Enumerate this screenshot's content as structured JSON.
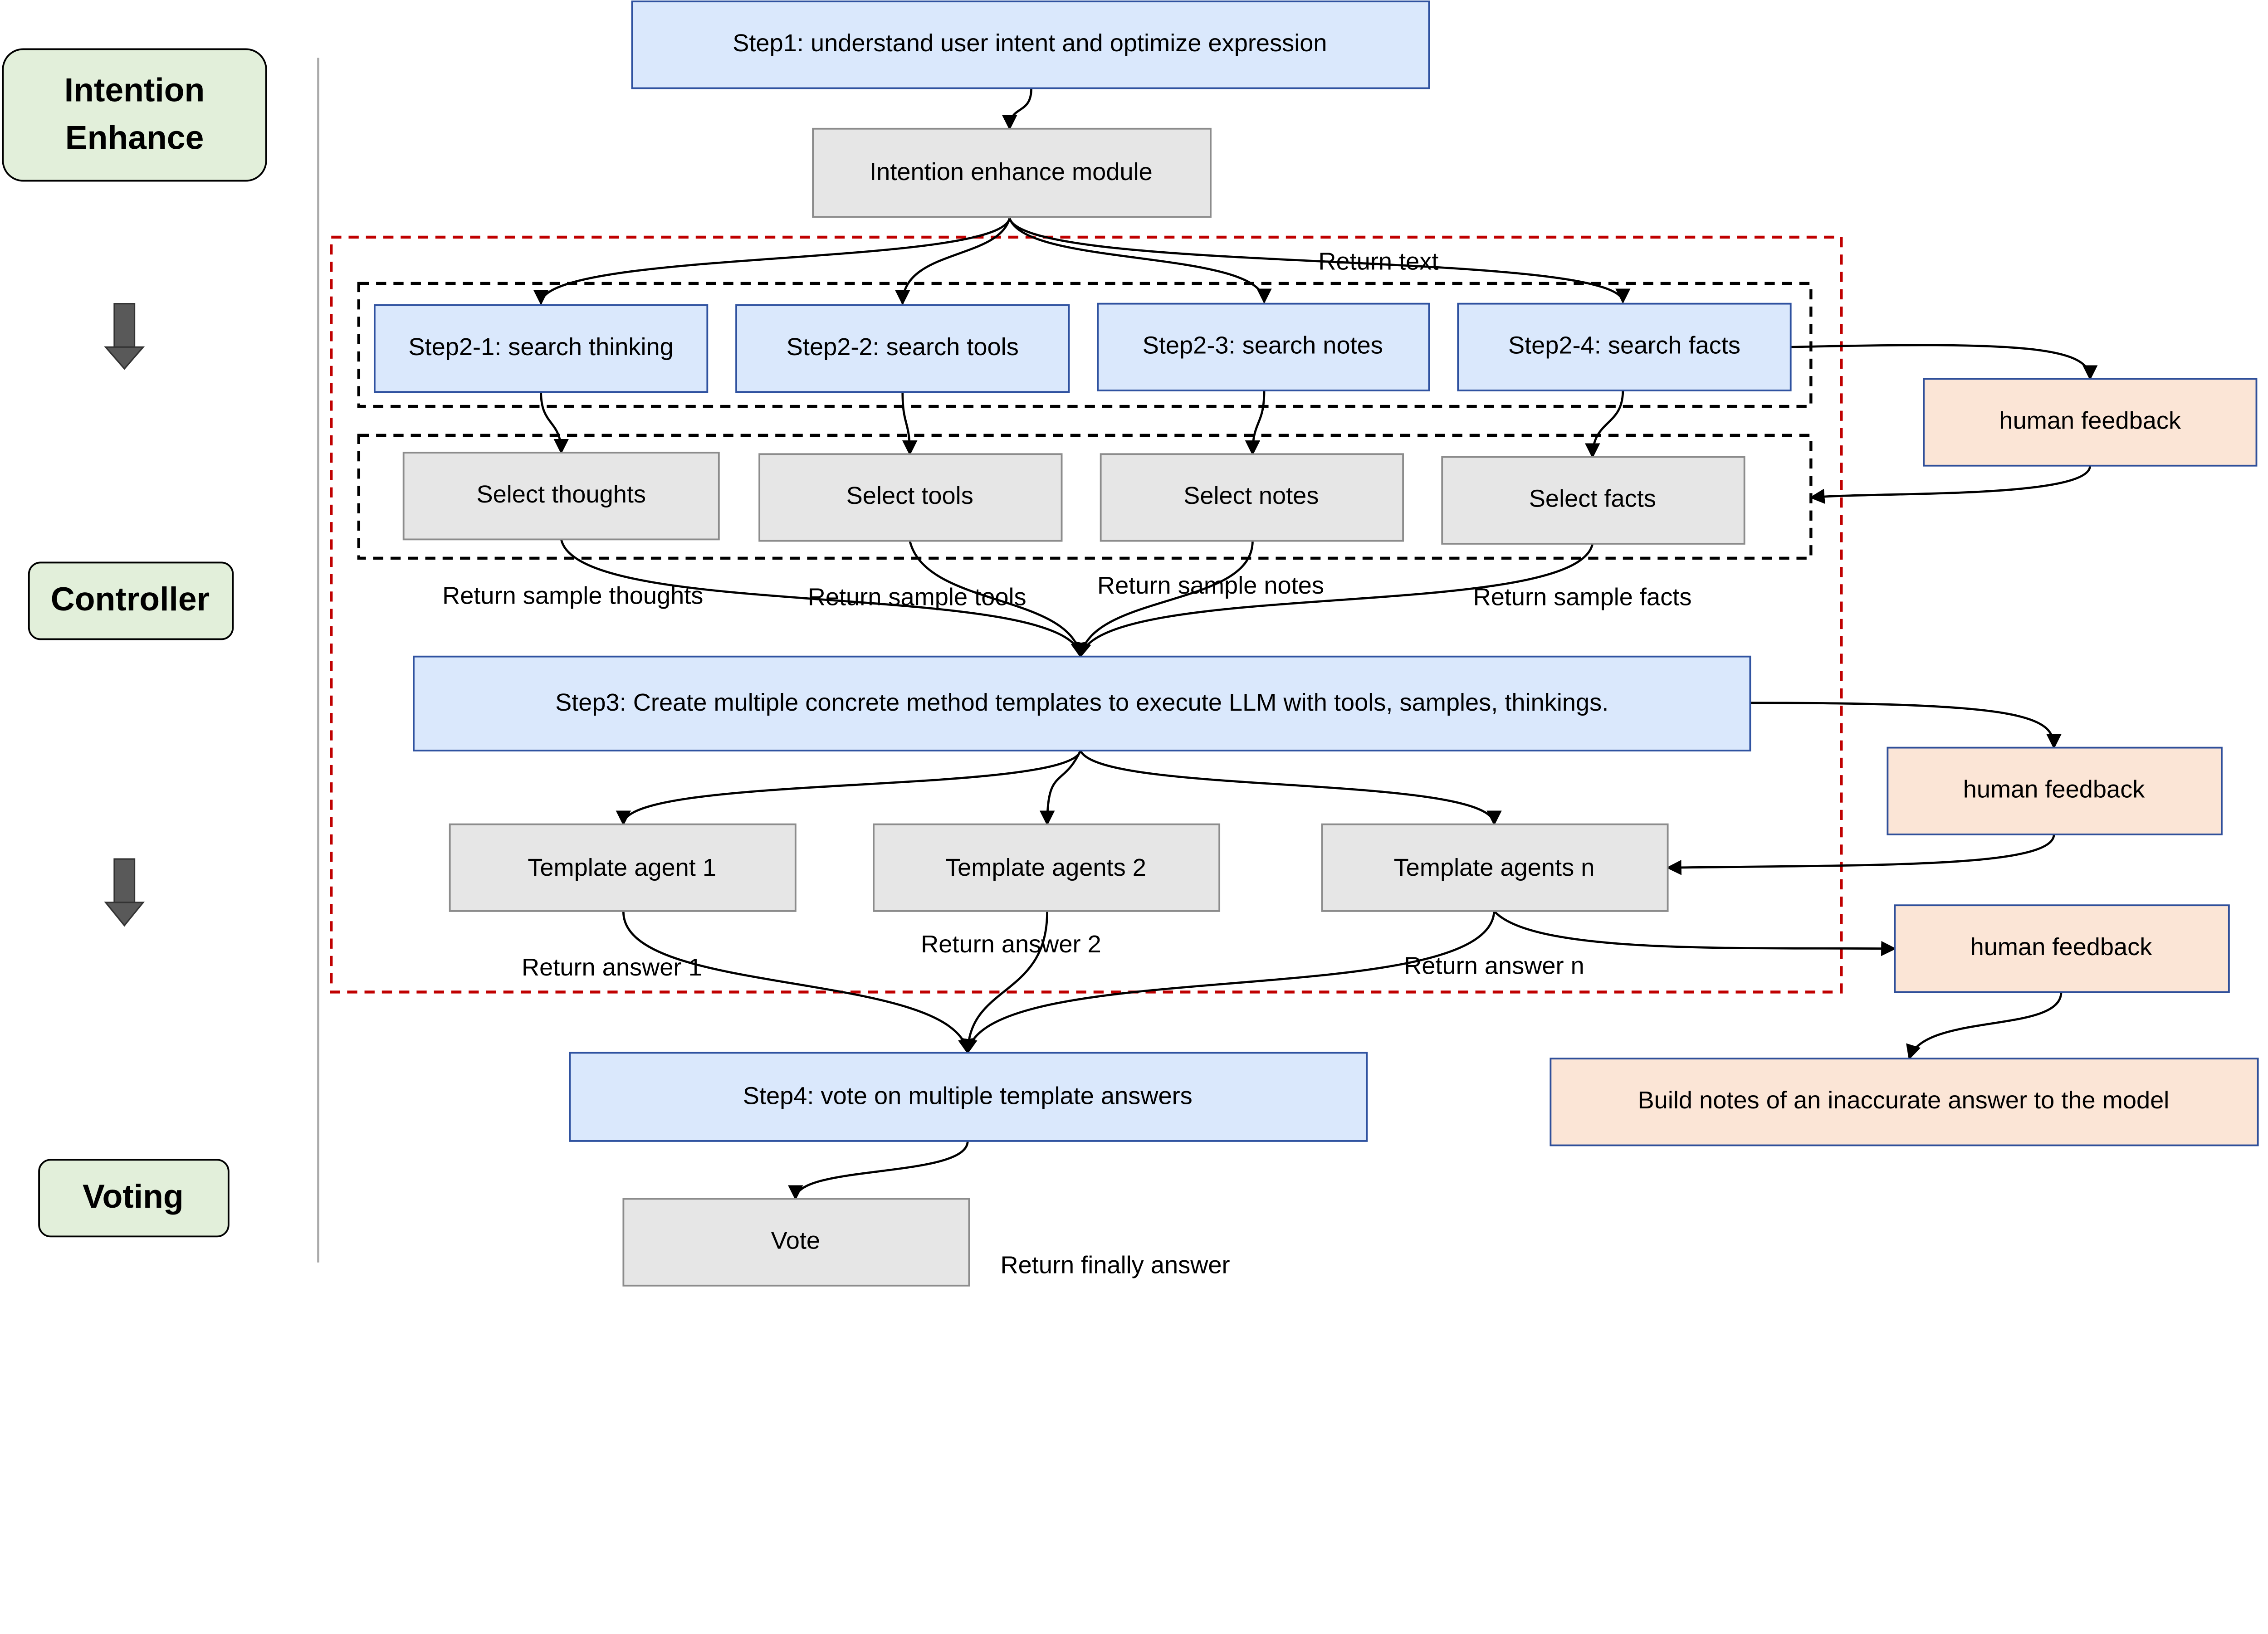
{
  "sidebar": {
    "stages": [
      {
        "label_line1": "Intention",
        "label_line2": "Enhance"
      },
      {
        "label": "Controller"
      },
      {
        "label": "Voting"
      }
    ]
  },
  "nodes": {
    "step1": "Step1: understand user intent and optimize expression",
    "intention_module": "Intention enhance module",
    "step2_1": "Step2-1: search thinking",
    "step2_2": "Step2-2: search tools",
    "step2_3": "Step2-3: search notes",
    "step2_4": "Step2-4: search facts",
    "select_thoughts": "Select thoughts",
    "select_tools": "Select tools",
    "select_notes": "Select notes",
    "select_facts": "Select facts",
    "step3": "Step3: Create multiple concrete method templates to execute LLM with tools, samples, thinkings.",
    "template_1": "Template agent 1",
    "template_2": "Template agents 2",
    "template_n": "Template agents n",
    "step4": "Step4: vote on multiple template answers",
    "vote": "Vote",
    "human_feedback": "human feedback",
    "build_notes": "Build notes of an inaccurate answer to the model"
  },
  "edge_labels": {
    "return_text": "Return text",
    "return_thoughts": "Return sample thoughts",
    "return_tools": "Return sample tools",
    "return_notes": "Return sample notes",
    "return_facts": "Return sample facts",
    "return_answer_1": "Return answer 1",
    "return_answer_2": "Return answer 2",
    "return_answer_n": "Return answer n",
    "return_final": "Return finally answer"
  },
  "colors": {
    "step_fill": "#dae8fc",
    "module_fill": "#e6e6e6",
    "feedback_fill": "#fbe5d6",
    "stage_fill": "#e2efda",
    "controller_border": "#c00000"
  }
}
